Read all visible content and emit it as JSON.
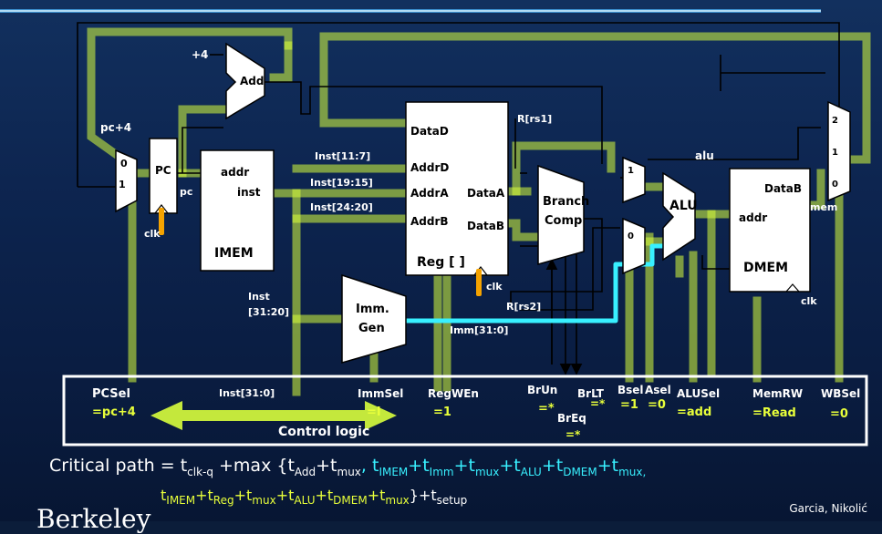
{
  "labels": {
    "plus4": "+4",
    "add": "Add",
    "pc_plus4": "pc+4",
    "mux_0": "0",
    "mux_1": "1",
    "pc": "PC",
    "pc_out": "pc",
    "clk": "clk",
    "imem_addr": "addr",
    "imem_inst": "inst",
    "imem": "IMEM",
    "inst_11_7": "Inst[11:7]",
    "inst_19_15": "Inst[19:15]",
    "inst_24_20": "Inst[24:20]",
    "inst_31_20": "Inst\n[31:20]",
    "datad": "DataD",
    "addrd": "AddrD",
    "addra": "AddrA",
    "addrb": "AddrB",
    "dataa": "DataA",
    "datab": "DataB",
    "reg": "Reg [ ]",
    "r_rs1": "R[rs1]",
    "r_rs2": "R[rs2]",
    "branch_comp": "Branch\nComp",
    "imm_gen": "Imm.\nGen",
    "imm_31_0": "Imm[31:0]",
    "alu": "ALU",
    "alu_out": "alu",
    "dmem_addr": "addr",
    "dmem_datab": "DataB",
    "dmem": "DMEM",
    "mem": "mem",
    "wb_2": "2",
    "wb_1": "1",
    "wb_0": "0"
  },
  "control": {
    "pcsel": {
      "name": "PCSel",
      "value": "=pc+4"
    },
    "inst_31_0": "Inst[31:0]",
    "immsel": {
      "name": "ImmSel",
      "value": "=I"
    },
    "regwen": {
      "name": "RegWEn",
      "value": "=1"
    },
    "brun": {
      "name": "BrUn",
      "value": "=*"
    },
    "brlt": {
      "name": "BrLT",
      "value": "=*"
    },
    "breq": {
      "name": "BrEq",
      "value": "=*"
    },
    "bsel": {
      "name": "Bsel",
      "value": "=1"
    },
    "asel": {
      "name": "Asel",
      "value": "=0"
    },
    "alusel": {
      "name": "ALUSel",
      "value": "=add"
    },
    "memrw": {
      "name": "MemRW",
      "value": "=Read"
    },
    "wbsel": {
      "name": "WBSel",
      "value": "=0"
    },
    "title": "Control logic"
  },
  "critical_path": {
    "prefix": "Critical path = t",
    "line1_parts": [
      {
        "text": "clk-q",
        "sub": true,
        "color": "white"
      },
      {
        "text": " +max {t",
        "sub": false,
        "color": "white"
      },
      {
        "text": "Add",
        "sub": true,
        "color": "white"
      },
      {
        "text": "+t",
        "sub": false,
        "color": "white"
      },
      {
        "text": "mux",
        "sub": true,
        "color": "white"
      },
      {
        "text": ", t",
        "sub": false,
        "color": "cyan"
      },
      {
        "text": "IMEM",
        "sub": true,
        "color": "cyan"
      },
      {
        "text": "+t",
        "sub": false,
        "color": "cyan"
      },
      {
        "text": "Imm",
        "sub": true,
        "color": "cyan"
      },
      {
        "text": "+t",
        "sub": false,
        "color": "cyan"
      },
      {
        "text": "mux",
        "sub": true,
        "color": "cyan"
      },
      {
        "text": "+t",
        "sub": false,
        "color": "cyan"
      },
      {
        "text": "ALU",
        "sub": true,
        "color": "cyan"
      },
      {
        "text": "+t",
        "sub": false,
        "color": "cyan"
      },
      {
        "text": "DMEM",
        "sub": true,
        "color": "cyan"
      },
      {
        "text": "+t",
        "sub": false,
        "color": "cyan"
      },
      {
        "text": "mux,",
        "sub": true,
        "color": "cyan"
      }
    ],
    "line2_parts": [
      {
        "text": "t",
        "sub": false,
        "color": "yellow"
      },
      {
        "text": "IMEM",
        "sub": true,
        "color": "yellow"
      },
      {
        "text": "+t",
        "sub": false,
        "color": "yellow"
      },
      {
        "text": "Reg",
        "sub": true,
        "color": "yellow"
      },
      {
        "text": "+t",
        "sub": false,
        "color": "yellow"
      },
      {
        "text": "mux",
        "sub": true,
        "color": "yellow"
      },
      {
        "text": "+t",
        "sub": false,
        "color": "yellow"
      },
      {
        "text": "ALU",
        "sub": true,
        "color": "yellow"
      },
      {
        "text": "+t",
        "sub": false,
        "color": "yellow"
      },
      {
        "text": "DMEM",
        "sub": true,
        "color": "yellow"
      },
      {
        "text": "+t",
        "sub": false,
        "color": "yellow"
      },
      {
        "text": "mux",
        "sub": true,
        "color": "yellow"
      },
      {
        "text": "}+t",
        "sub": false,
        "color": "white"
      },
      {
        "text": "setup",
        "sub": true,
        "color": "white"
      }
    ]
  },
  "credit": "Garcia, Nikolić",
  "bottom_text": "Berkeley",
  "colors": {
    "highlight": "#d9ff3c",
    "imm_path": "#38f0ff",
    "clock": "#f5a300",
    "wire": "#000000",
    "box": "#ffffff"
  }
}
